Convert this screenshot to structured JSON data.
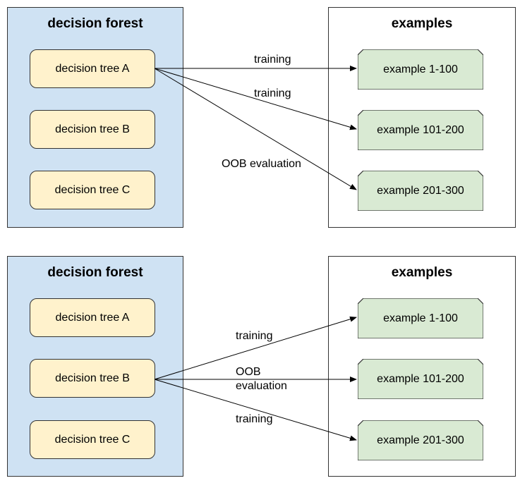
{
  "diagrams": [
    {
      "forest_title": "decision forest",
      "examples_title": "examples",
      "trees": [
        "decision tree A",
        "decision tree B",
        "decision tree C"
      ],
      "examples": [
        "example 1-100",
        "example 101-200",
        "example 201-300"
      ],
      "edges": [
        {
          "from": "decision tree A",
          "to": "example 1-100",
          "label": "training"
        },
        {
          "from": "decision tree A",
          "to": "example 101-200",
          "label": "training"
        },
        {
          "from": "decision tree A",
          "to": "example 201-300",
          "label": "OOB evaluation"
        }
      ]
    },
    {
      "forest_title": "decision forest",
      "examples_title": "examples",
      "trees": [
        "decision tree A",
        "decision tree B",
        "decision tree C"
      ],
      "examples": [
        "example 1-100",
        "example 101-200",
        "example 201-300"
      ],
      "edges": [
        {
          "from": "decision tree B",
          "to": "example 1-100",
          "label": "training"
        },
        {
          "from": "decision tree B",
          "to": "example 101-200",
          "label_lines": [
            "OOB",
            "evaluation"
          ]
        },
        {
          "from": "decision tree B",
          "to": "example 201-300",
          "label": "training"
        }
      ]
    }
  ],
  "colors": {
    "forest_bg": "#cfe2f3",
    "tree_bg": "#fff2cc",
    "example_bg": "#d9ead3",
    "stroke": "#333333"
  }
}
